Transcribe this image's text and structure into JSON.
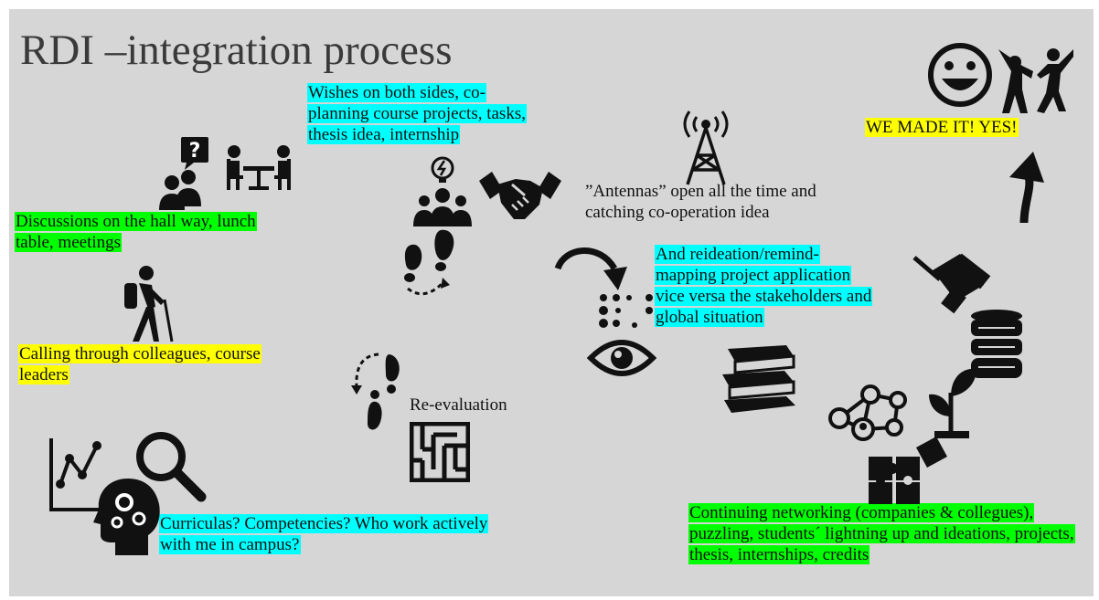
{
  "title": "RDI –integration process",
  "notes": {
    "wishes": "Wishes on both sides, co-planning course projects, tasks, thesis idea, internship",
    "discussions": "Discussions on the hall way, lunch table, meetings",
    "calling": "Calling through colleagues, course leaders",
    "curriculas": "Curriculas? Competencies? Who work actively with me in campus?",
    "reevaluation": "Re-evaluation",
    "antennas": "”Antennas” open all the time and catching co-operation idea",
    "reideation": "And reideation/remind-mapping project application vice versa the stakeholders and global situation",
    "made_it": "WE MADE IT! YES!",
    "networking": "Continuing networking (companies & collegues), puzzling, students´ lightning up and ideations, projects, thesis, internships, credits"
  },
  "colors": {
    "cyan": "#00ffff",
    "green": "#00ff00",
    "yellow": "#ffff00",
    "background": "#d6d6d6"
  }
}
